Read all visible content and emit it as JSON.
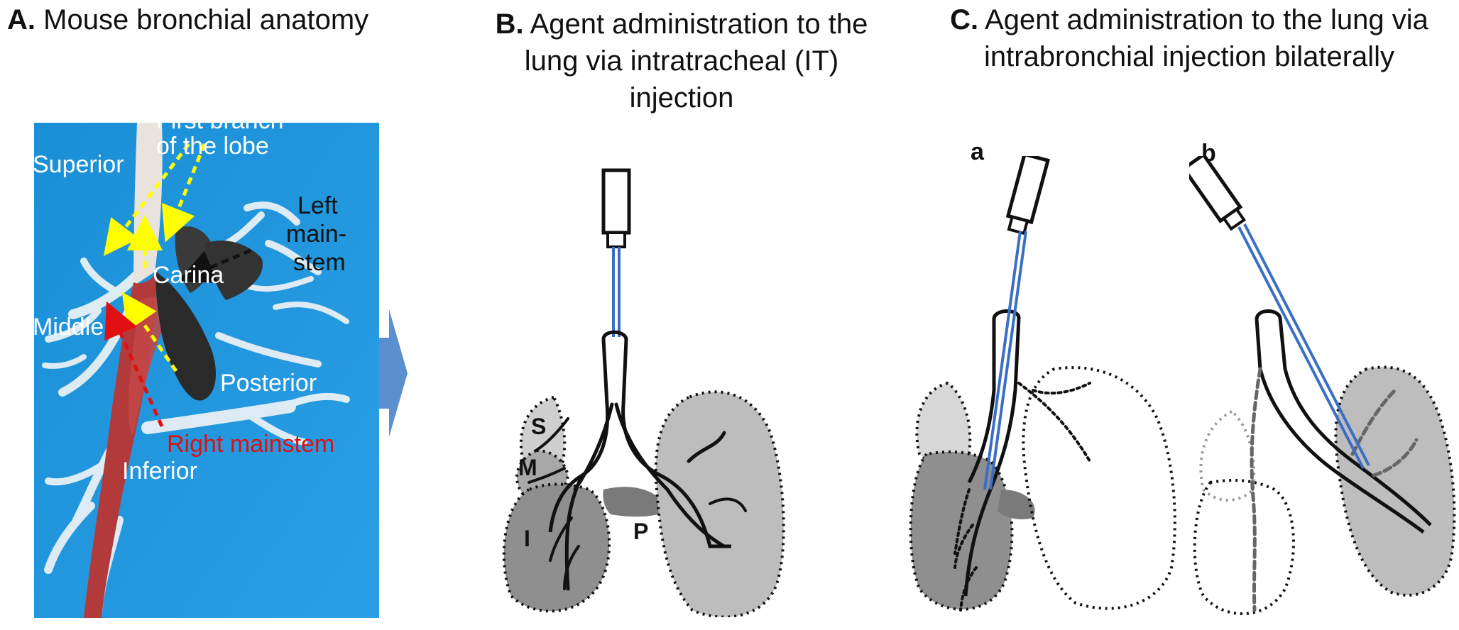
{
  "panel_a": {
    "letter": "A.",
    "title": "Mouse bronchial anatomy",
    "labels": {
      "first_branch_line1": "First branch",
      "first_branch_line2": "of the lobe",
      "superior": "Superior",
      "left_mainstem_line1": "Left",
      "left_mainstem_line2": "main-",
      "left_mainstem_line3": "stem",
      "carina": "Carina",
      "middle": "Middle",
      "posterior": "Posterior",
      "right_mainstem": "Right mainstem",
      "inferior": "Inferior"
    },
    "colors": {
      "background": "#1a8fd6",
      "trachea": "#e8e3dd",
      "right_bronchus": "#b23a3a",
      "left_bronchus": "#2a2a2a",
      "yellow_arrow": "#ffff00",
      "red_arrow": "#e01010",
      "black_arrow": "#111111"
    }
  },
  "panel_b": {
    "letter": "B.",
    "title": "Agent administration to the lung via intratracheal (IT) injection",
    "lobe_labels": {
      "superior": "S",
      "middle": "M",
      "inferior": "I",
      "posterior": "P"
    }
  },
  "panel_c": {
    "letter": "C.",
    "title": "Agent administration to the lung via intrabronchial injection bilaterally",
    "sub_a": "a",
    "sub_b": "b"
  },
  "colors": {
    "arrow": "#5b8fd0",
    "catheter": "#3a6fc6",
    "lobe_light": "#bdbdbd",
    "lobe_dark": "#8f8f8f",
    "lobe_darkest": "#7a7a7a"
  }
}
